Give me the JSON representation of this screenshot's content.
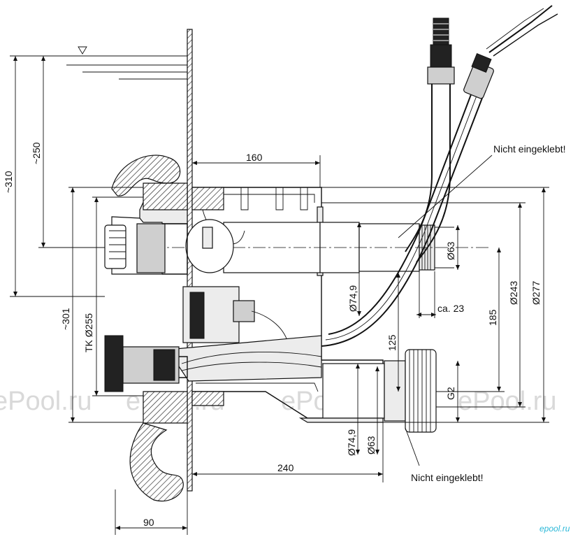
{
  "dimensions": {
    "d160": "160",
    "d240": "240",
    "d90": "90",
    "d250": "~250",
    "d310": "~310",
    "d301": "~301",
    "tk": "TK Ø255",
    "d243": "Ø243",
    "d277": "Ø277",
    "d185": "185",
    "d125": "125",
    "d63_top": "Ø63",
    "d749_top": "Ø74,9",
    "ca23": "ca. 23",
    "g2": "G2",
    "d749_bottom": "Ø74,9",
    "d63_bottom": "Ø63"
  },
  "notes": {
    "note_top": "Nicht eingeklebt!",
    "note_bottom": "Nicht eingeklebt!"
  },
  "watermark": {
    "text": "ePool.ru",
    "logo": "epool.ru",
    "color": "#d9d9d9",
    "logo_color": "#2bb8d8"
  }
}
